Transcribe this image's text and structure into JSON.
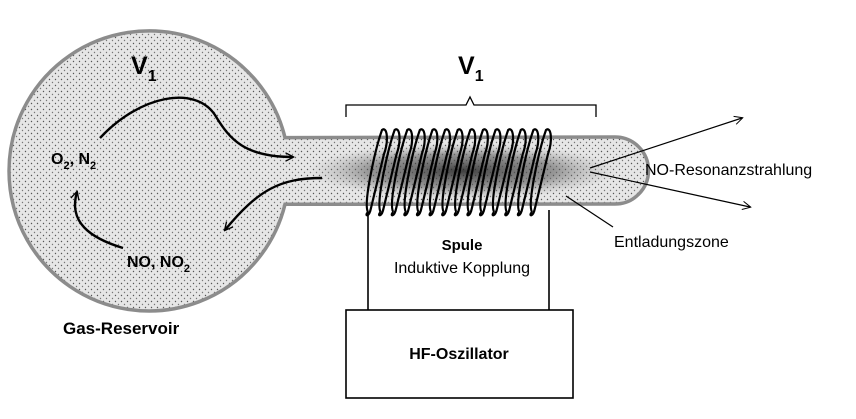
{
  "labels": {
    "v_reservoir": {
      "main": "V",
      "sub": "1"
    },
    "v_tube": {
      "main": "V",
      "sub": "1"
    },
    "gases_top": {
      "o": "O",
      "o_sub": "2",
      "sep": ", N",
      "n_sub": "2"
    },
    "gases_bottom": {
      "main": "NO, NO",
      "sub": "2"
    },
    "reservoir": "Gas-Reservoir",
    "coil_title": "Spule",
    "coil_sub": "Induktive Kopplung",
    "oscillator": "HF-Oszillator",
    "resonance": "NO-Resonanzstrahlung",
    "discharge": "Entladungszone"
  },
  "colors": {
    "outline": "#8c8c8c",
    "fill": "#e6e6e6",
    "ink": "#000000"
  }
}
